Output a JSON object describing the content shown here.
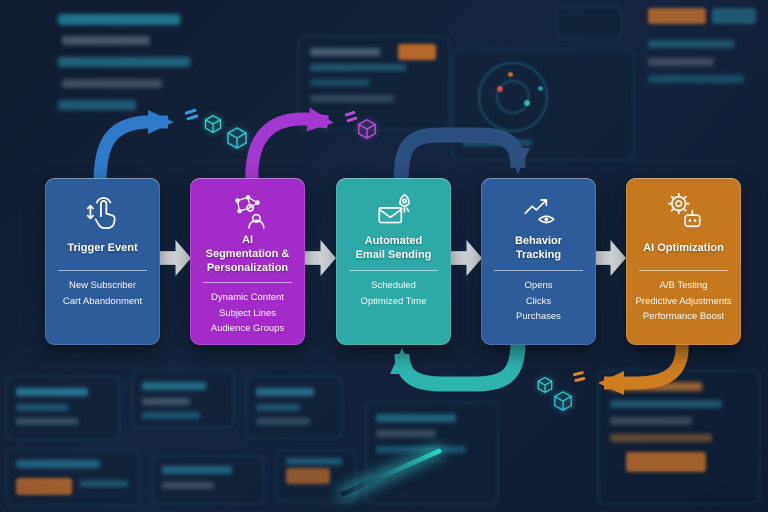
{
  "diagram": {
    "stages": [
      {
        "title": "Trigger Event",
        "items": [
          "New Subscriber",
          "Cart Abandonment"
        ],
        "color": "#2d5c9a",
        "icon": "tap-gesture-icon"
      },
      {
        "title": "AI Segmentation & Personalization",
        "items": [
          "Dynamic Content",
          "Subject Lines",
          "Audience Groups"
        ],
        "color": "#a32cc8",
        "icon": "ai-segmentation-icon"
      },
      {
        "title": "Automated Email Sending",
        "items": [
          "Scheduled",
          "Optimized Time"
        ],
        "color": "#2ea9a5",
        "icon": "email-rocket-icon"
      },
      {
        "title": "Behavior Tracking",
        "items": [
          "Opens",
          "Clicks",
          "Purchases"
        ],
        "color": "#2d5c9a",
        "icon": "behavior-chart-eye-icon"
      },
      {
        "title": "AI Optimization",
        "items": [
          "A/B Testing",
          "Predictive Adjustments",
          "Performance Boost"
        ],
        "color": "#c5781f",
        "icon": "gear-robot-icon"
      }
    ],
    "flow_colors": {
      "loop_top_left": "#2e79c8",
      "loop_purple": "#a238cd",
      "arch_top": "#2b4f80",
      "loop_bottom_teal": "#2fb3ae",
      "loop_bottom_orange": "#cf7d22",
      "straight_arrow": "#d6dbdf"
    }
  }
}
